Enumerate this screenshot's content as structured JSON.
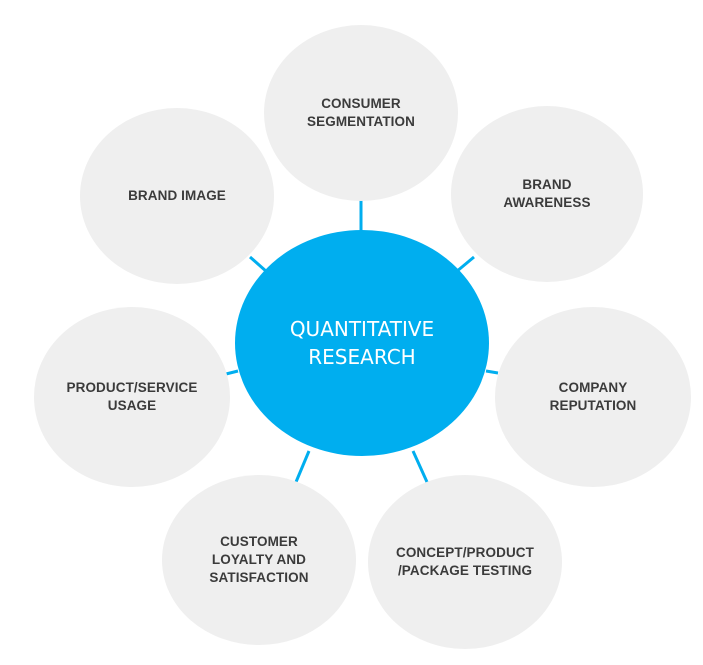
{
  "colors": {
    "center_fill": "#00aeef",
    "node_fill": "#efefef",
    "connector": "#00aeef",
    "node_text": "#3b3b3b",
    "center_text": "#ffffff"
  },
  "center": {
    "label": "QUANTITATIVE\nRESEARCH"
  },
  "nodes": [
    {
      "id": "consumer-segmentation",
      "label": "CONSUMER\nSEGMENTATION"
    },
    {
      "id": "brand-awareness",
      "label": "BRAND\nAWARENESS"
    },
    {
      "id": "company-reputation",
      "label": "COMPANY\nREPUTATION"
    },
    {
      "id": "concept-product-package-testing",
      "label": "CONCEPT/PRODUCT\n/PACKAGE TESTING"
    },
    {
      "id": "customer-loyalty-satisfaction",
      "label": "CUSTOMER\nLOYALTY AND\nSATISFACTION"
    },
    {
      "id": "product-service-usage",
      "label": "PRODUCT/SERVICE\nUSAGE"
    },
    {
      "id": "brand-image",
      "label": "BRAND IMAGE"
    }
  ]
}
